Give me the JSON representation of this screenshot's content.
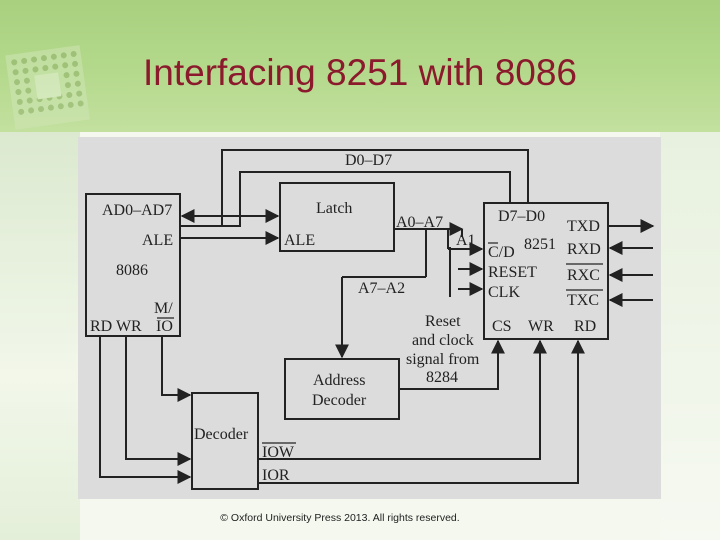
{
  "slide": {
    "title": "Interfacing 8251 with 8086",
    "footer": "© Oxford University Press 2013. All rights reserved."
  },
  "diagram": {
    "bus_label": "D0–D7",
    "cpu": {
      "ad": "AD0–AD7",
      "ale": "ALE",
      "name": "8086",
      "mio_top": "M/",
      "mio_bottom": "IO",
      "rd_wr": "RD WR"
    },
    "latch": {
      "title": "Latch",
      "ale": "ALE",
      "a0a7": "A0–A7"
    },
    "a7a2": "A7–A2",
    "usart": {
      "d": "D7–D0",
      "a1": "A1",
      "cd": "C/D",
      "name": "8251",
      "reset": "RESET",
      "clk": "CLK",
      "cs": "CS",
      "wr": "WR",
      "rd": "RD",
      "txd": "TXD",
      "rxd": "RXD",
      "rxc": "RXC",
      "txc": "TXC"
    },
    "reset_note": [
      "Reset",
      "and clock",
      "signal from",
      "8284"
    ],
    "address_decoder": [
      "Address",
      "Decoder"
    ],
    "decoder": {
      "title": "Decoder",
      "iow": "IOW",
      "ior": "IOR"
    }
  }
}
